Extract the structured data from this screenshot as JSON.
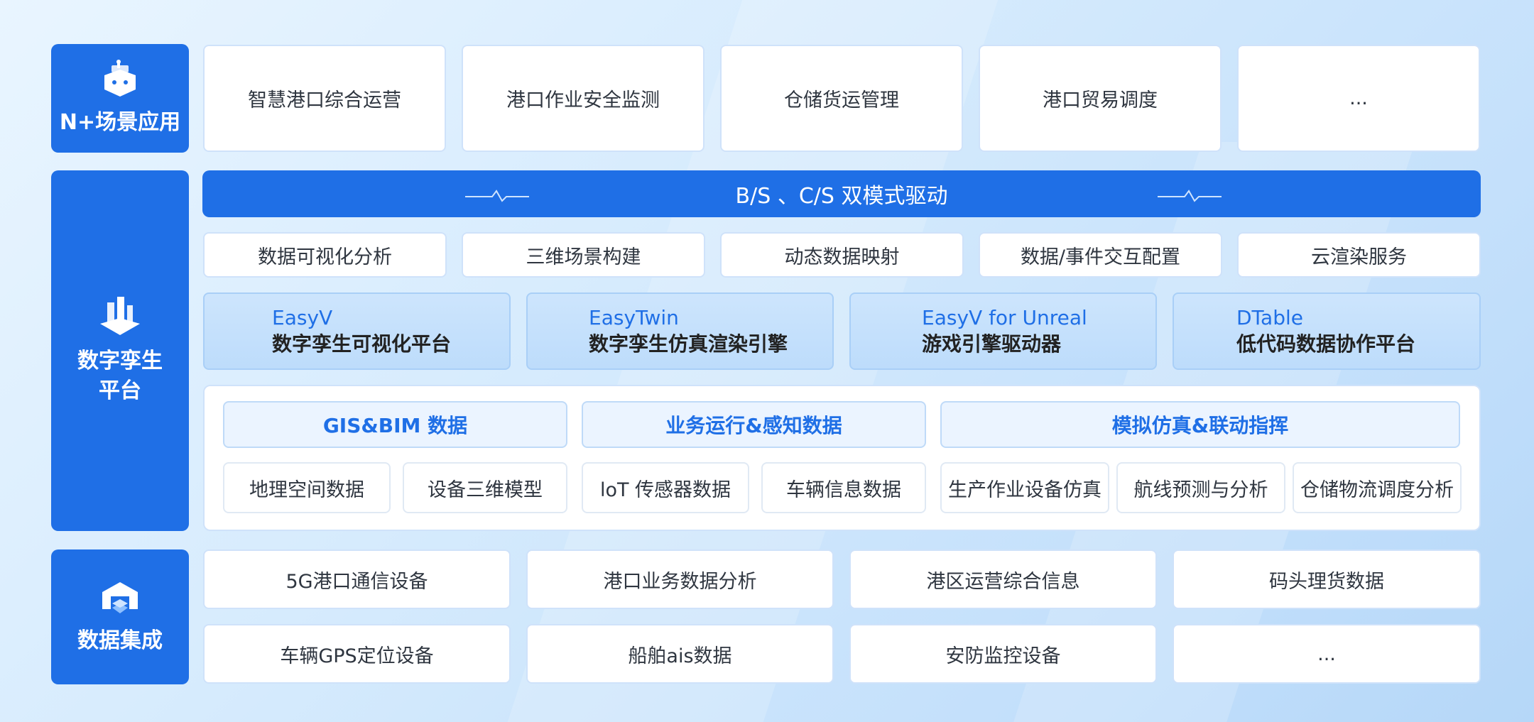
{
  "layers": {
    "scenario": {
      "title": "N+场景应用",
      "icon": "robot-building-icon",
      "items": [
        "智慧港口综合运营",
        "港口作业安全监测",
        "仓储货运管理",
        "港口贸易调度",
        "..."
      ]
    },
    "platform": {
      "title_line1": "数字孪生",
      "title_line2": "平台",
      "icon": "buildings-icon",
      "driver": "B/S 、C/S 双模式驱动",
      "capabilities": [
        "数据可视化分析",
        "三维场景构建",
        "动态数据映射",
        "数据/事件交互配置",
        "云渲染服务"
      ],
      "products": [
        {
          "name": "EasyV",
          "desc": "数字孪生可视化平台"
        },
        {
          "name": "EasyTwin",
          "desc": "数字孪生仿真渲染引擎"
        },
        {
          "name": "EasyV for Unreal",
          "desc": "游戏引擎驱动器"
        },
        {
          "name": "DTable",
          "desc": "低代码数据协作平台"
        }
      ],
      "data_categories": [
        {
          "title": "GIS&BIM 数据",
          "items": [
            "地理空间数据",
            "设备三维模型"
          ]
        },
        {
          "title": "业务运行&感知数据",
          "items": [
            "loT 传感器数据",
            "车辆信息数据"
          ]
        },
        {
          "title": "模拟仿真&联动指挥",
          "items": [
            "生产作业设备仿真",
            "航线预测与分析",
            "仓储物流调度分析"
          ]
        }
      ]
    },
    "integration": {
      "title": "数据集成",
      "icon": "data-integration-icon",
      "row1": [
        "5G港口通信设备",
        "港口业务数据分析",
        "港区运营综合信息",
        "码头理货数据"
      ],
      "row2": [
        "车辆GPS定位设备",
        "船舶ais数据",
        "安防监控设备",
        "..."
      ]
    }
  },
  "colors": {
    "primary": "#1f6fe6",
    "border": "#cfe2fa",
    "text": "#2f3640"
  }
}
